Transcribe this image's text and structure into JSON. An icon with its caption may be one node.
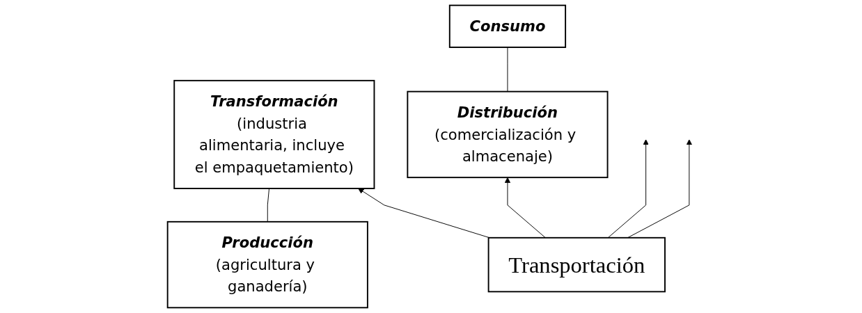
{
  "diagram": {
    "nodes": [
      {
        "text": [
          "Producción",
          "(agricultura y ganadería)"
        ]
      },
      {
        "text": [
          "Transformación",
          "(industria alimentaria, incluye el empaquetamiento)"
        ]
      },
      {
        "text": [
          "Distribución",
          "(comercialización y almacenaje)"
        ]
      },
      {
        "text": [
          "Consumo"
        ]
      },
      {
        "text": [
          "Transportación"
        ]
      }
    ],
    "edges": [
      {
        "from": 0,
        "to": 1,
        "arrow": "none"
      },
      {
        "from": 2,
        "to": 3,
        "arrow": "none"
      },
      {
        "from": 4,
        "to": null,
        "arrow": "to"
      },
      {
        "from": 4,
        "to": 1,
        "arrow": "to"
      },
      {
        "from": 4,
        "to": 2,
        "arrow": "to"
      },
      {
        "from": 4,
        "to": null,
        "arrow": "to"
      }
    ]
  }
}
